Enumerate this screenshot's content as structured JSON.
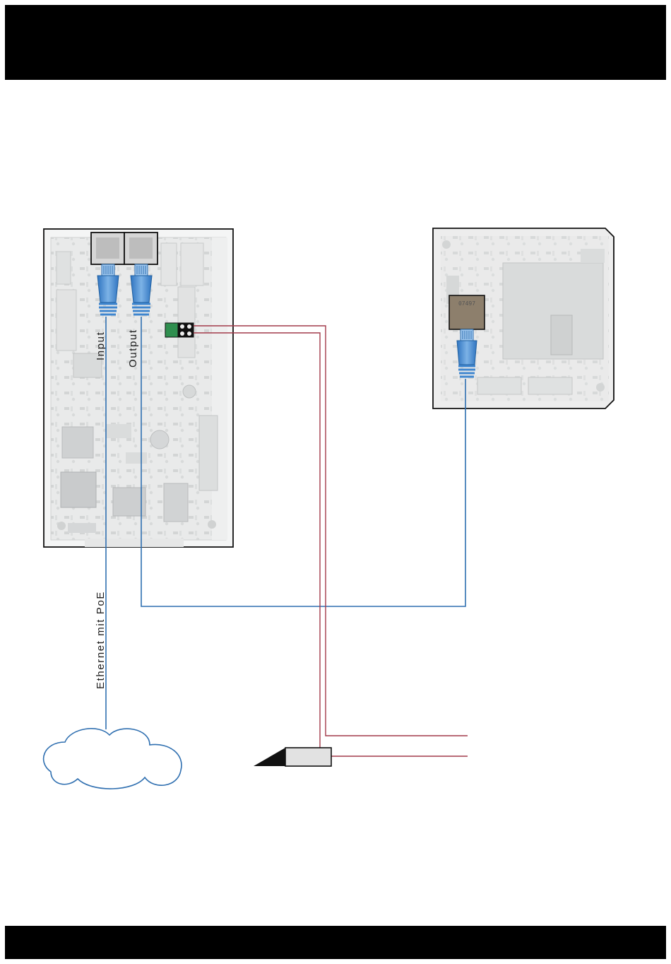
{
  "labels": {
    "input": "Input",
    "output": "Output",
    "ethernet": "Ethernet mit PoE",
    "module_chip": "07497"
  },
  "colors": {
    "ethernet_cable": "#2f6fb0",
    "signal_wire": "#a23a4a",
    "rj45_plug": "#3f86cf",
    "terminal_green": "#2f8f4f",
    "bar": "#000000"
  },
  "icons": [
    "rj45-plug-icon",
    "cloud-icon",
    "sensor-probe-icon",
    "terminal-block-icon"
  ]
}
